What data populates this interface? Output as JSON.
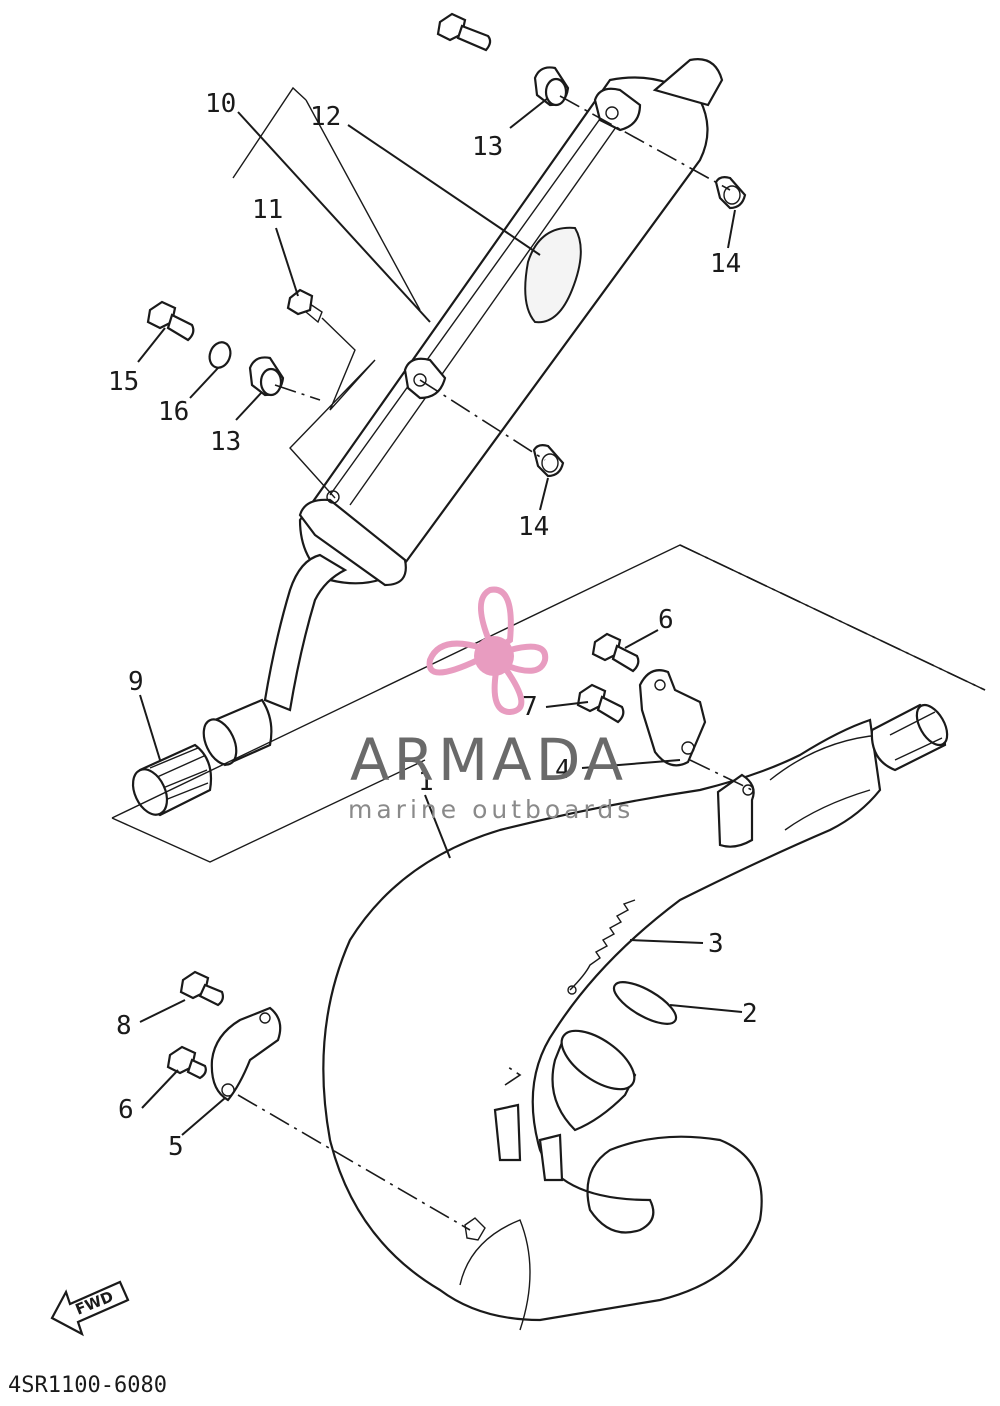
{
  "diagram": {
    "drawing_code": "4SR1100-6080",
    "direction_label": "FWD",
    "callouts": [
      "1",
      "2",
      "3",
      "4",
      "5",
      "6",
      "7",
      "8",
      "9",
      "10",
      "11",
      "12",
      "13",
      "14",
      "15",
      "16"
    ],
    "callout_13_b": "13",
    "callout_14_b": "14",
    "callout_6_b": "6"
  },
  "watermark": {
    "brand": "ARMADA",
    "tagline": "marine outboards",
    "logo_color": "#e89cc0",
    "text_color": "#6a6a6a"
  },
  "colors": {
    "line": "#1a1a1a",
    "background": "#ffffff"
  }
}
